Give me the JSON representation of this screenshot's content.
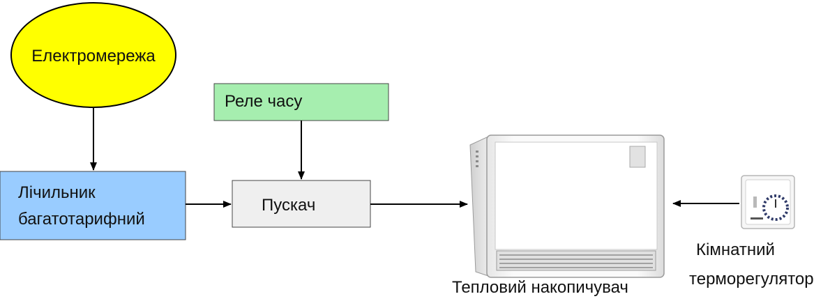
{
  "nodes": {
    "grid": {
      "label": "Електромережа",
      "color": "#ffff00"
    },
    "time_relay": {
      "label": "Реле часу",
      "color": "#a6eeaf"
    },
    "meter": {
      "label_line1": "Лічильник",
      "label_line2": "багатотарифний",
      "color": "#99ccff"
    },
    "starter": {
      "label": "Пускач",
      "color": "#efefef"
    }
  },
  "images": {
    "heater": {
      "caption": "Тепловий накопичувач",
      "icon": "storage-heater-icon"
    },
    "thermostat": {
      "caption_line1": "Кімнатний",
      "caption_line2": "терморегулятор",
      "icon": "room-thermostat-icon"
    }
  }
}
